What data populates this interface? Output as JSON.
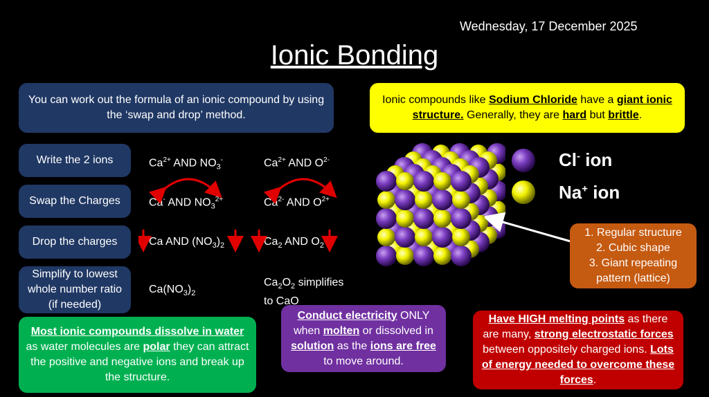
{
  "date": "Wednesday, 17 December 2025",
  "title": "Ionic Bonding",
  "intro": "You can work out the formula of an ionic compound by using the ‘swap and drop’ method.",
  "structure_box": {
    "t1": "Ionic compounds like ",
    "t2": "Sodium Chloride",
    "t3": " have a ",
    "t4": "giant ionic structure.",
    "t5": " Generally, they are ",
    "t6": "hard",
    "t7": " but ",
    "t8": "brittle",
    "t9": "."
  },
  "steps": {
    "write": "Write the 2 ions",
    "swap": "Swap the Charges",
    "drop": "Drop the charges",
    "simplify": "Simplify to lowest whole number ratio (if needed)"
  },
  "ex1": {
    "write": {
      "a": "Ca",
      "a_sup": "2+",
      "and": " AND NO",
      "sub": "3",
      "sup": "-"
    },
    "swap": {
      "a": "Ca",
      "a_sup": "-",
      "and": " AND NO",
      "sub": "3",
      "sup": "2+"
    },
    "drop": {
      "a": "Ca  AND  (NO",
      "sub": "3",
      "b": ")",
      "sub2": "2"
    },
    "simplify": {
      "a": "Ca(NO",
      "sub": "3",
      "b": ")",
      "sub2": "2"
    }
  },
  "ex2": {
    "write": {
      "a": "Ca",
      "a_sup": "2+",
      "and": " AND O",
      "sup": "2-"
    },
    "swap": {
      "a": "Ca",
      "a_sup": "2-",
      "and": " AND O",
      "sup": "2+"
    },
    "drop": {
      "a": "Ca",
      "sub": "2",
      "and": " AND O",
      "sub2": "2"
    },
    "simplify": {
      "a": "Ca",
      "sub": "2",
      "b": "O",
      "sub2": "2",
      "c": " simplifies",
      "d": "to CaO"
    }
  },
  "legend": {
    "cl": "Cl",
    "cl_sup": "-",
    "cl_suffix": " ion",
    "na": "Na",
    "na_sup": "+",
    "na_suffix": " ion",
    "cl_color": "#7030a0",
    "na_color": "#ffff00"
  },
  "properties": [
    "1. Regular structure",
    "2. Cubic shape",
    "3. Giant repeating pattern (lattice)"
  ],
  "dissolve": {
    "t1": "Most ionic compounds dissolve in water ",
    "t2": "as water molecules are ",
    "t3": "polar",
    "t4": " they can attract the positive and negative ions and break up the structure."
  },
  "conduct": {
    "t1": "Conduct electricity",
    "t2": " ONLY when ",
    "t3": "molten",
    "t4": " or dissolved in ",
    "t5": "solution",
    "t6": " as the ",
    "t7": "ions are free",
    "t8": " to move around."
  },
  "melting": {
    "t1": "Have HIGH melting points",
    "t2": " as there are many, ",
    "t3": "strong electrostatic forces",
    "t4": " between oppositely charged ions. ",
    "t5": "Lots of energy needed to overcome these forces",
    "t6": "."
  }
}
